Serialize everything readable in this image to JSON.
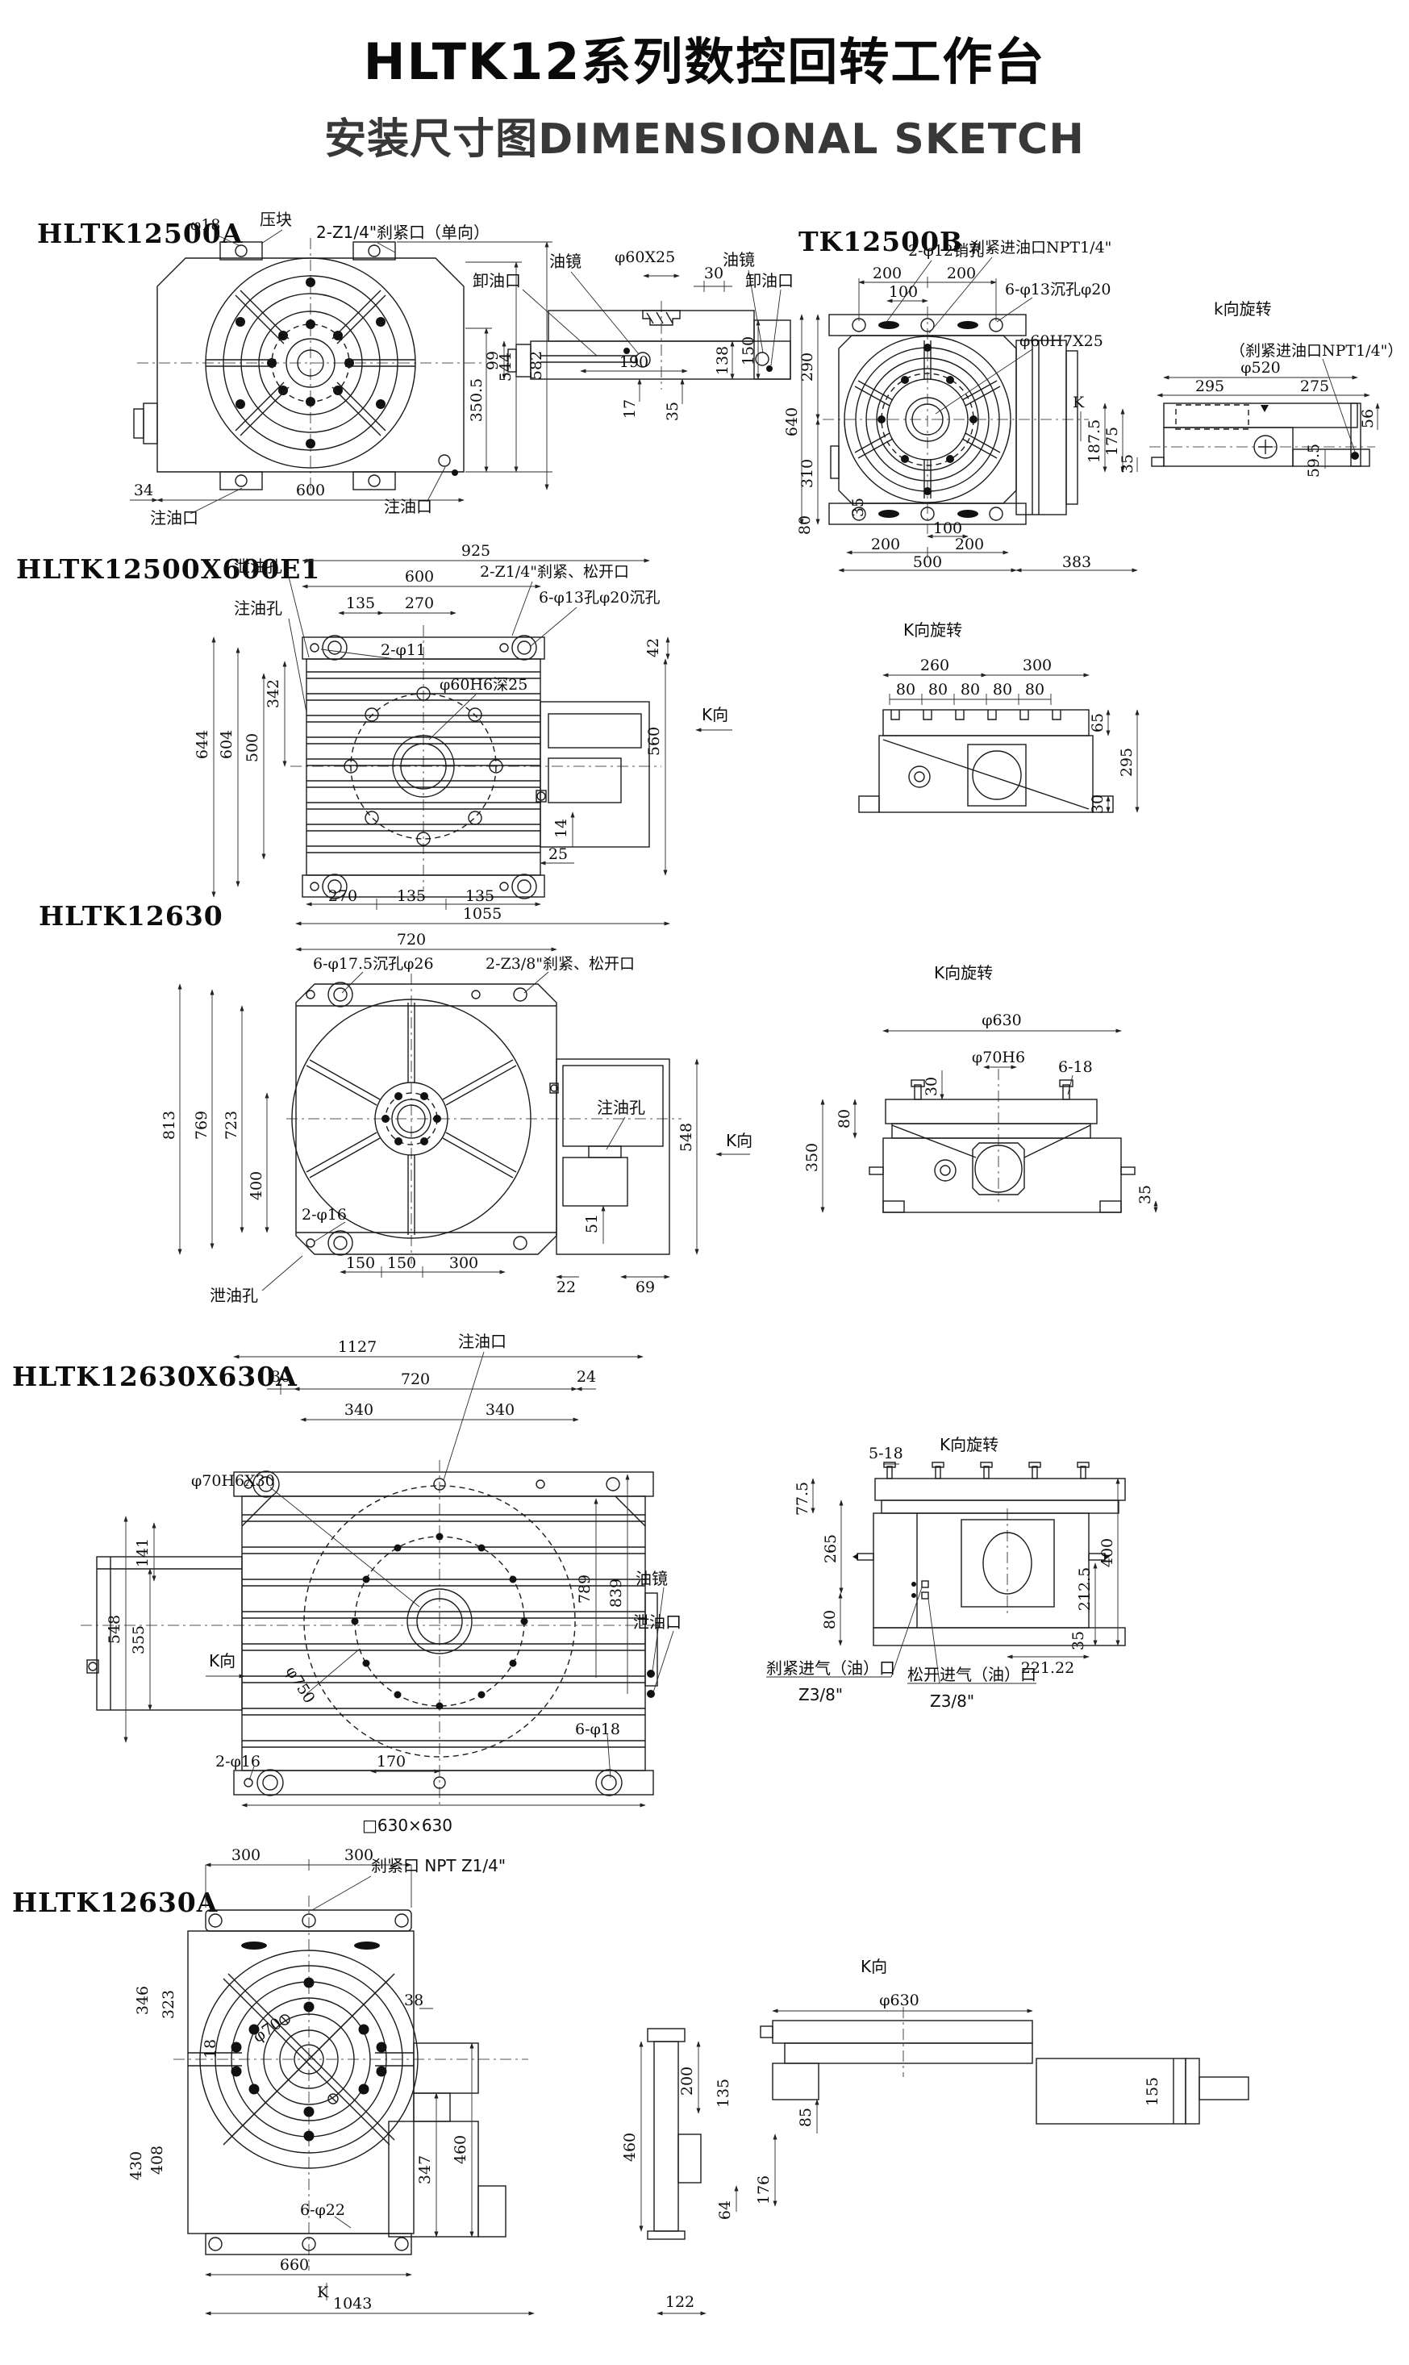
{
  "page": {
    "title": "HLTK12系列数控回转工作台",
    "subtitle": "安装尺寸图DIMENSIONAL SKETCH"
  },
  "d1": {
    "title": "HLTK12500A",
    "phi18": "φ18",
    "press_block": "压块",
    "brake_port": "2-Z1/4\"刹紧口（单向）",
    "d350_5": "350.5",
    "d544": "544",
    "d582": "582",
    "d34": "34",
    "d600": "600",
    "oil_fill_l": "注油口",
    "oil_fill_r": "注油口",
    "s_drain_l": "卸油口",
    "s_gauge_l": "油镜",
    "s_phi60x25": "φ60X25",
    "s_d30": "30",
    "s_gauge_r": "油镜",
    "s_drain_r": "卸油口",
    "s_d190": "190",
    "s_d99": "99",
    "s_d17": "17",
    "s_d35": "35",
    "s_d138": "138",
    "s_d150": "150"
  },
  "d2": {
    "title": "TK12500B",
    "pin_holes": "2-φ12销孔",
    "oil_port": "刹紧进油口NPT1/4\"",
    "cbore": "6-φ13沉孔φ20",
    "phi60h7": "φ60H7X25",
    "d200a": "200",
    "d200b": "200",
    "d100t": "100",
    "d290": "290",
    "d640": "640",
    "d310": "310",
    "d35": "35",
    "d80": "80",
    "d100b": "100",
    "d200c": "200",
    "d200d": "200",
    "d500": "500",
    "d383": "383",
    "k": "K",
    "d187_5": "187.5",
    "s_title": "k向旋转",
    "s_oil_port": "（刹紧进油口NPT1/4\"）",
    "s_phi520": "φ520",
    "s_d295": "295",
    "s_d275": "275",
    "s_d175": "175",
    "s_d35": "35",
    "s_d56": "56",
    "s_d59_5": "59.5"
  },
  "d3": {
    "title": "HLTK12500X600E1",
    "drain": "泄油孔",
    "fill": "注油孔",
    "d925": "925",
    "d600": "600",
    "d135t": "135",
    "d270t": "270",
    "brake": "2-Z1/4\"刹紧、松开口",
    "cbore": "6-φ13孔φ20沉孔",
    "d42": "42",
    "h2_11": "2-φ11",
    "phi60h6": "φ60H6深25",
    "d342": "342",
    "d644": "644",
    "d604": "604",
    "d500": "500",
    "d560": "560",
    "kdir": "K向",
    "d14": "14",
    "d25": "25",
    "d270b": "270",
    "d135b1": "135",
    "d135b2": "135",
    "s_title": "K向旋转",
    "s_d260": "260",
    "s_d300": "300",
    "s_80": [
      "80",
      "80",
      "80",
      "80",
      "80"
    ],
    "s_d65": "65",
    "s_d295": "295",
    "s_d30": "30"
  },
  "d4": {
    "title": "HLTK12630",
    "d1055": "1055",
    "d720": "720",
    "cbore": "6-φ17.5沉孔φ26",
    "brake": "2-Z3/8\"刹紧、松开口",
    "d813": "813",
    "d769": "769",
    "d723": "723",
    "d400": "400",
    "h2_16": "2-φ16",
    "drain": "泄油孔",
    "d150a": "150",
    "d150b": "150",
    "d300": "300",
    "d22": "22",
    "d69": "69",
    "fill": "注油孔",
    "d548": "548",
    "kdir": "K向",
    "d51": "51",
    "s_title": "K向旋转",
    "s_phi630": "φ630",
    "s_phi70h6": "φ70H6",
    "s_h618": "6-18",
    "s_d30": "30",
    "s_d80": "80",
    "s_d350": "350",
    "s_d35": "35"
  },
  "d5": {
    "title": "HLTK12630X630A",
    "fill": "注油口",
    "d1127": "1127",
    "d30": "30",
    "d720": "720",
    "d24": "24",
    "d340a": "340",
    "d340b": "340",
    "phi70h6x30": "φ70H6X30",
    "d141": "141",
    "d548": "548",
    "d355": "355",
    "kdir": "K向",
    "phi750": "φ750",
    "h2_16": "2-φ16",
    "d170": "170",
    "sq630": "□630×630",
    "h6_18": "6-φ18",
    "d789": "789",
    "d839": "839",
    "gauge": "油镜",
    "drain_port": "泄油口",
    "s_title": "K向旋转",
    "s_5_18": "5-18",
    "s_d77_5": "77.5",
    "s_d265": "265",
    "s_d80": "80",
    "s_d400": "400",
    "s_d212_5": "212.5",
    "s_d221_22": "221.22",
    "s_d35": "35",
    "brake_air": "刹紧进气（油）口",
    "z38a": "Z3/8\"",
    "release_air": "松开进气（油）口",
    "z38b": "Z3/8\""
  },
  "d6": {
    "title": "HLTK12630A",
    "d300a": "300",
    "d300b": "300",
    "brake_port": "刹紧口 NPT Z1/4\"",
    "d346": "346",
    "d323": "323",
    "d38": "38",
    "d18": "18",
    "phi70": "φ70",
    "d430": "430",
    "d408": "408",
    "h6_22": "6-φ22",
    "d660": "660",
    "k": "K",
    "d1043": "1043",
    "d122": "122",
    "d347": "347",
    "d460a": "460",
    "d460b": "460",
    "d200": "200",
    "d135": "135",
    "d85": "85",
    "d64": "64",
    "d176": "176",
    "s_title": "K向",
    "s_phi630": "φ630",
    "s_d155": "155"
  }
}
